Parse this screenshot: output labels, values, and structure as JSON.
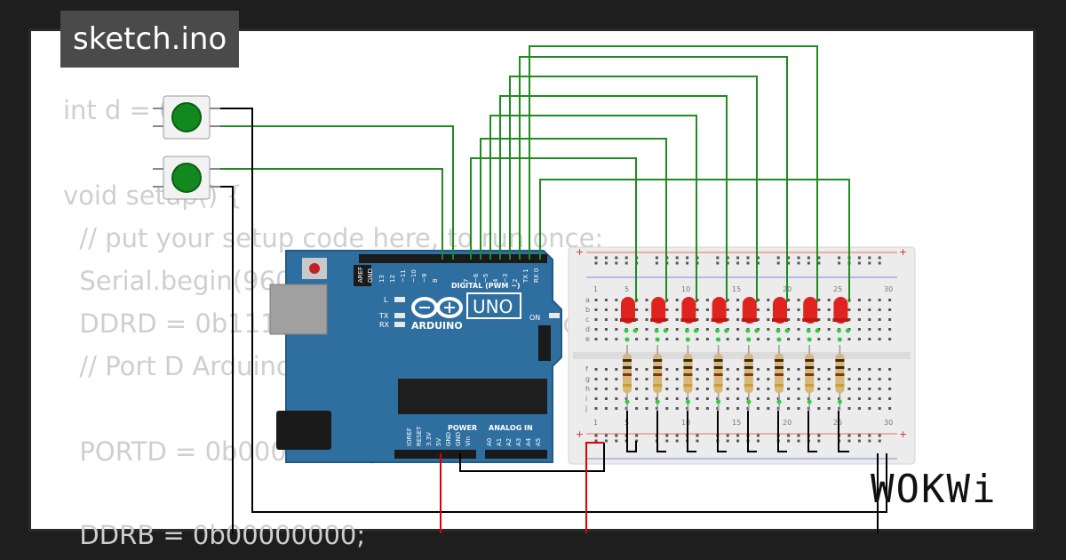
{
  "project": {
    "title": "sketch.ino"
  },
  "code_lines": [
    "int d = 0;",
    "",
    "void setup() {",
    "  // put your setup code here, to run once:",
    "  Serial.begin(9600);",
    "  DDRD = 0b11111111; // Port D ... read/write",
    "  // Port D Arduino ...",
    "",
    "  PORTD = 0b00000000; // D ...",
    "",
    "  DDRB = 0b00000000;"
  ],
  "board": {
    "brand": "ARDUINO",
    "model": "UNO",
    "on_label": "ON",
    "l_label": "L",
    "tx_label": "TX",
    "rx_label": "RX",
    "digital_label": "DIGITAL (PWM ~)",
    "digital_pins": [
      "AREF",
      "GND",
      "13",
      "12",
      "~11",
      "~10",
      "~9",
      "8",
      "7",
      "~6",
      "~5",
      "4",
      "~3",
      "2",
      "TX 1",
      "RX 0"
    ],
    "power_label": "POWER",
    "power_pins": [
      "IOREF",
      "RESET",
      "3.3V",
      "5V",
      "GND",
      "GND",
      "Vin"
    ],
    "analog_label": "ANALOG IN",
    "analog_pins": [
      "A0",
      "A1",
      "A2",
      "A3",
      "A4",
      "A5"
    ]
  },
  "breadboard": {
    "column_numbers": [
      "1",
      "5",
      "10",
      "15",
      "20",
      "25",
      "30"
    ],
    "row_letters_top": [
      "a",
      "b",
      "c",
      "d",
      "e"
    ],
    "row_letters_bottom": [
      "f",
      "g",
      "h",
      "i",
      "j"
    ],
    "plus": "+",
    "minus": "-"
  },
  "components": {
    "leds": 8,
    "resistors": 8,
    "buttons": 2
  },
  "colors": {
    "wire_signal": "#1e8c1e",
    "wire_power": "#e00000",
    "wire_ground": "#000000",
    "led": "#e0231e",
    "board": "#2f6fa0",
    "breadboard": "#ececec"
  },
  "brand_logo": "WOKWi"
}
